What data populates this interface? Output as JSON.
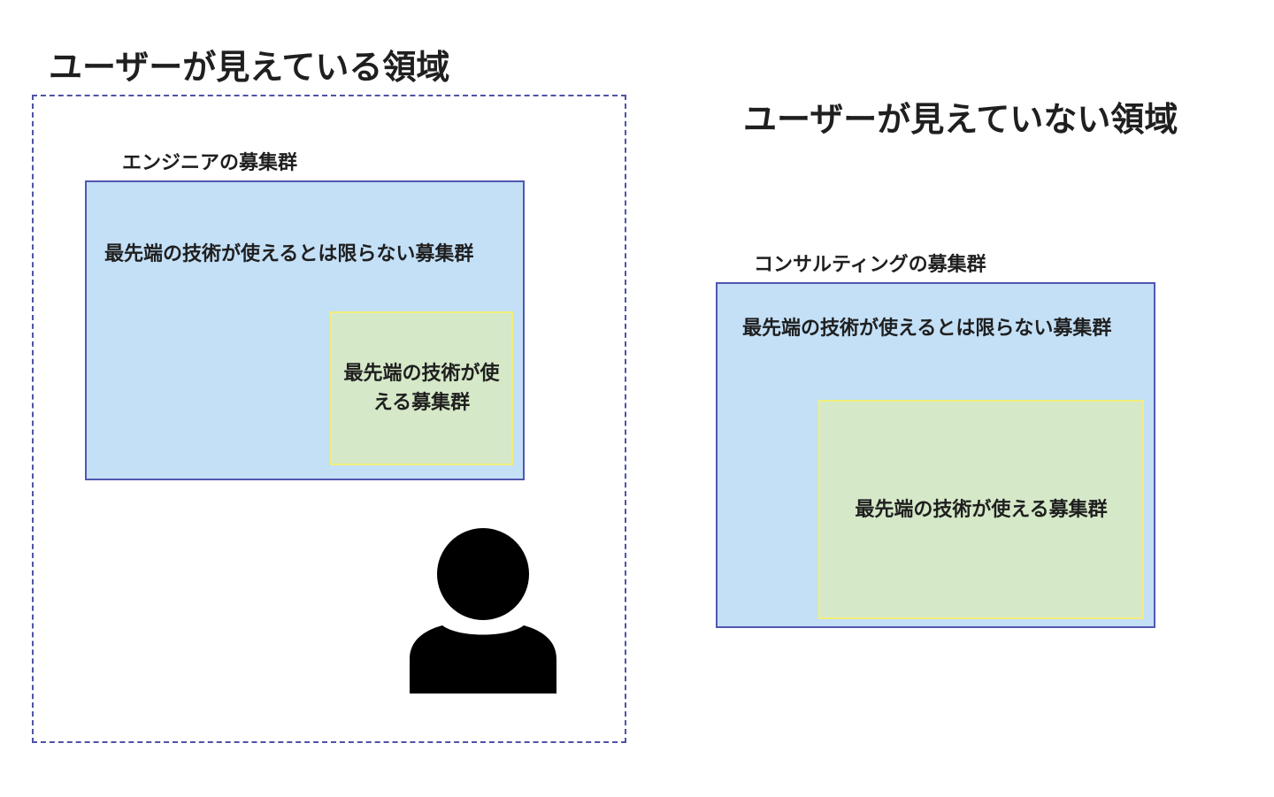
{
  "visible_area": {
    "title": "ユーザーが見えている領域",
    "group_label": "エンジニアの募集群",
    "outer_box_text": "最先端の技術が使えるとは限らない募集群",
    "inner_box_text": "最先端の技術が使える募集群",
    "user_icon": "user-silhouette-icon"
  },
  "hidden_area": {
    "title": "ユーザーが見えていない領域",
    "group_label": "コンサルティングの募集群",
    "outer_box_text": "最先端の技術が使えるとは限らない募集群",
    "inner_box_text": "最先端の技術が使える募集群"
  },
  "colors": {
    "outer_box_fill": "#c4e0f7",
    "outer_box_border": "#5157b0",
    "inner_box_fill": "#d5e8c8",
    "inner_box_border": "#f2ee7a",
    "dashed_border": "#4e53a6"
  }
}
